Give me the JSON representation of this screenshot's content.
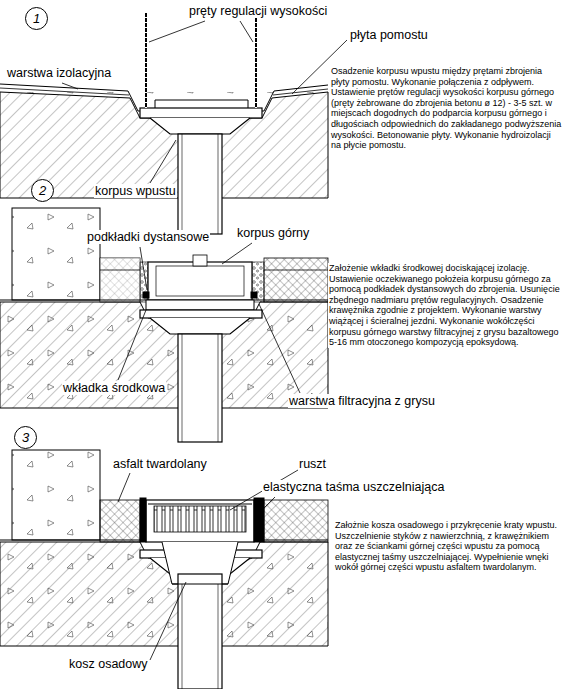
{
  "diagram": {
    "nodes": [
      {
        "text": [
          "1"
        ]
      },
      {
        "text": [
          "2"
        ]
      },
      {
        "text": [
          "3"
        ]
      }
    ],
    "labels": [
      "pręty regulacji wysokości",
      "płyta pomostu",
      "warstwa izolacyjna",
      "Osadzenie korpusu wpustu między prętami zbrojenia płyty pomostu. Wykonanie połączenia z odpływem. Ustawienie prętów regulacji wysokości korpusu górnego (pręty żebrowane do zbrojenia betonu ø 12) - 3-5 szt. w miejscach dogodnych do podparcia korpusu górnego i długościach odpowiednich do zakładanego podwyższenia wysokości. Betonowanie płyty. Wykonanie hydroizolacji na płycie pomostu.",
      "korpus wpustu",
      "podkładki dystansowe",
      "korpus górny",
      "Założenie wkładki środkowej dociskającej izolację. Ustawienie oczekiwanego położeia korpusu górnego za pomocą podkładek dystansowych do zbrojenia. Usunięcie zbędnego nadmiaru prętów regulacyjnych. Osadzenie krawężnika zgodnie z projektem. Wykonanie warstwy wiążącej i ścieralnej jezdni. Wykonanie wokółczęści korpusu górnego warstwy filtracyjnej z grysu bazaltowego 5-16 mm otoczonego kompozycją epoksydową.",
      "wkładka środkowa",
      "warstwa filtracyjna z grysu",
      "asfalt twardolany",
      "ruszt",
      "elastyczna taśma uszczelniająca",
      "Założnie kosza osadowego i przykręcenie kraty wpustu. Uszczelnienie styków z nawierzchnią, z krawężnikiem oraz ze ściankami górnej części wpustu za pomocą elastycznej taśmy uszczelniającej. Wypełnienie wnęki wokół górnej części wpustu asfaltem twardolanym.",
      "kosz osadowy"
    ]
  }
}
